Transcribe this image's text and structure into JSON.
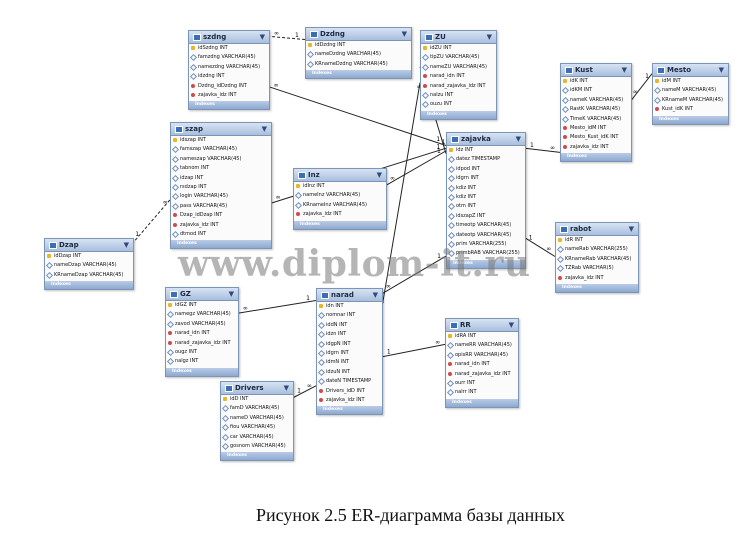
{
  "diagram": {
    "caption": "Рисунок 2.5 ER-диаграмма базы данных",
    "watermark": "www.diplom-it.ru",
    "footer_label": "Indexes",
    "tables": [
      {
        "id": "szdng",
        "name": "szdng",
        "columns": [
          {
            "name": "idSzdng INT",
            "kind": "pk"
          },
          {
            "name": "famzdng VARCHAR(45)",
            "kind": "attr"
          },
          {
            "name": "namezdng VARCHAR(45)",
            "kind": "attr"
          },
          {
            "name": "idzdng INT",
            "kind": "attr"
          },
          {
            "name": "Dzdng_idDzdng INT",
            "kind": "fk"
          },
          {
            "name": "zajavka_idz INT",
            "kind": "fk"
          }
        ]
      },
      {
        "id": "Dzdng",
        "name": "Dzdng",
        "columns": [
          {
            "name": "idDzdng INT",
            "kind": "pk"
          },
          {
            "name": "nameDzdng VARCHAR(45)",
            "kind": "attr"
          },
          {
            "name": "KRnameDzdng VARCHAR(45)",
            "kind": "attr"
          }
        ]
      },
      {
        "id": "szap",
        "name": "szap",
        "columns": [
          {
            "name": "idszap INT",
            "kind": "pk"
          },
          {
            "name": "famszap VARCHAR(45)",
            "kind": "attr"
          },
          {
            "name": "nameszap VARCHAR(45)",
            "kind": "attr"
          },
          {
            "name": "tabnom INT",
            "kind": "attr"
          },
          {
            "name": "idzap INT",
            "kind": "attr"
          },
          {
            "name": "rsdzap INT",
            "kind": "attr"
          },
          {
            "name": "login VARCHAR(45)",
            "kind": "attr"
          },
          {
            "name": "pass VARCHAR(45)",
            "kind": "attr"
          },
          {
            "name": "Dzap_idDzap INT",
            "kind": "fk"
          },
          {
            "name": "zajavka_idz INT",
            "kind": "fk"
          },
          {
            "name": "dtmod INT",
            "kind": "attr"
          }
        ]
      },
      {
        "id": "Dzap",
        "name": "Dzap",
        "columns": [
          {
            "name": "idDzap INT",
            "kind": "pk"
          },
          {
            "name": "nameDzap VARCHAR(45)",
            "kind": "attr"
          },
          {
            "name": "KRnameDzap VARCHAR(45)",
            "kind": "attr"
          }
        ]
      },
      {
        "id": "Inz",
        "name": "Inz",
        "columns": [
          {
            "name": "idInz INT",
            "kind": "pk"
          },
          {
            "name": "nameInz VARCHAR(45)",
            "kind": "attr"
          },
          {
            "name": "KRnameInz VARCHAR(45)",
            "kind": "attr"
          },
          {
            "name": "zajavka_idz INT",
            "kind": "fk"
          }
        ]
      },
      {
        "id": "ZU",
        "name": "ZU",
        "columns": [
          {
            "name": "idZU INT",
            "kind": "pk"
          },
          {
            "name": "tipZU VARCHAR(45)",
            "kind": "attr"
          },
          {
            "name": "nameZU VARCHAR(45)",
            "kind": "attr"
          },
          {
            "name": "narad_idn INT",
            "kind": "fk"
          },
          {
            "name": "narad_zajavka_idz INT",
            "kind": "fk"
          },
          {
            "name": "nalzu INT",
            "kind": "attr"
          },
          {
            "name": "ouzu INT",
            "kind": "attr"
          }
        ]
      },
      {
        "id": "Kust",
        "name": "Kust",
        "columns": [
          {
            "name": "idK INT",
            "kind": "pk"
          },
          {
            "name": "idKM INT",
            "kind": "attr"
          },
          {
            "name": "nameK VARCHAR(45)",
            "kind": "attr"
          },
          {
            "name": "RastK VARCHAR(45)",
            "kind": "attr"
          },
          {
            "name": "TimeK VARCHAR(45)",
            "kind": "attr"
          },
          {
            "name": "Mesto_idM INT",
            "kind": "fk"
          },
          {
            "name": "Mesto_Kust_idK INT",
            "kind": "fk"
          },
          {
            "name": "zajavka_idz INT",
            "kind": "fk"
          }
        ]
      },
      {
        "id": "Mesto",
        "name": "Mesto",
        "columns": [
          {
            "name": "idM INT",
            "kind": "pk"
          },
          {
            "name": "nameM VARCHAR(45)",
            "kind": "attr"
          },
          {
            "name": "KRnameM VARCHAR(45)",
            "kind": "attr"
          },
          {
            "name": "Kust_idK INT",
            "kind": "fk"
          }
        ]
      },
      {
        "id": "zajavka",
        "name": "zajavka",
        "columns": [
          {
            "name": "idz INT",
            "kind": "pk"
          },
          {
            "name": "datez TIMESTAMP",
            "kind": "attr"
          },
          {
            "name": "idpod INT",
            "kind": "attr"
          },
          {
            "name": "idgrn INT",
            "kind": "attr"
          },
          {
            "name": "kdiz INT",
            "kind": "attr"
          },
          {
            "name": "kdiz INT",
            "kind": "attr"
          },
          {
            "name": "otm INT",
            "kind": "attr"
          },
          {
            "name": "idszapZ INT",
            "kind": "attr"
          },
          {
            "name": "timeotp VARCHAR(45)",
            "kind": "attr"
          },
          {
            "name": "dateotp VARCHAR(45)",
            "kind": "attr"
          },
          {
            "name": "prim VARCHAR(255)",
            "kind": "attr"
          },
          {
            "name": "primbRAB VARCHAR(255)",
            "kind": "attr"
          }
        ]
      },
      {
        "id": "rabot",
        "name": "rabot",
        "columns": [
          {
            "name": "idR INT",
            "kind": "pk"
          },
          {
            "name": "nameRab VARCHAR(255)",
            "kind": "attr"
          },
          {
            "name": "KRnameRab VARCHAR(45)",
            "kind": "attr"
          },
          {
            "name": "TZRab VARCHAR(5)",
            "kind": "attr"
          },
          {
            "name": "zajavka_idz INT",
            "kind": "fk"
          }
        ]
      },
      {
        "id": "GZ",
        "name": "GZ",
        "columns": [
          {
            "name": "idGZ INT",
            "kind": "pk"
          },
          {
            "name": "namegz VARCHAR(45)",
            "kind": "attr"
          },
          {
            "name": "zavod VARCHAR(45)",
            "kind": "attr"
          },
          {
            "name": "narad_idn INT",
            "kind": "fk"
          },
          {
            "name": "narad_zajavka_idz INT",
            "kind": "fk"
          },
          {
            "name": "ougz INT",
            "kind": "attr"
          },
          {
            "name": "nalgz INT",
            "kind": "attr"
          }
        ]
      },
      {
        "id": "narad",
        "name": "narad",
        "columns": [
          {
            "name": "idn INT",
            "kind": "pk"
          },
          {
            "name": "nomnar INT",
            "kind": "attr"
          },
          {
            "name": "iddN INT",
            "kind": "attr"
          },
          {
            "name": "idzn INT",
            "kind": "attr"
          },
          {
            "name": "idgpN INT",
            "kind": "attr"
          },
          {
            "name": "idgrn INT",
            "kind": "attr"
          },
          {
            "name": "idmN INT",
            "kind": "attr"
          },
          {
            "name": "idzuN INT",
            "kind": "attr"
          },
          {
            "name": "dateN TIMESTAMP",
            "kind": "attr"
          },
          {
            "name": "Drivers_idD INT",
            "kind": "fk"
          },
          {
            "name": "zajavka_idz INT",
            "kind": "fk"
          }
        ]
      },
      {
        "id": "RR",
        "name": "RR",
        "columns": [
          {
            "name": "idRA INT",
            "kind": "pk"
          },
          {
            "name": "nameRR VARCHAR(45)",
            "kind": "attr"
          },
          {
            "name": "opisRR VARCHAR(45)",
            "kind": "attr"
          },
          {
            "name": "narad_idn INT",
            "kind": "fk"
          },
          {
            "name": "narad_zajavka_idz INT",
            "kind": "fk"
          },
          {
            "name": "ourr INT",
            "kind": "attr"
          },
          {
            "name": "nalrr INT",
            "kind": "attr"
          }
        ]
      },
      {
        "id": "Drivers",
        "name": "Drivers",
        "columns": [
          {
            "name": "idD INT",
            "kind": "pk"
          },
          {
            "name": "famD VARCHAR(45)",
            "kind": "attr"
          },
          {
            "name": "nameD VARCHAR(45)",
            "kind": "attr"
          },
          {
            "name": "fiou VARCHAR(45)",
            "kind": "attr"
          },
          {
            "name": "car VARCHAR(45)",
            "kind": "attr"
          },
          {
            "name": "gosnom VARCHAR(45)",
            "kind": "attr"
          }
        ]
      }
    ],
    "relations": [
      {
        "from": "Dzdng",
        "to": "szdng",
        "card_from": "1",
        "card_to": "∞",
        "style": "dashed"
      },
      {
        "from": "szdng",
        "to": "zajavka",
        "card_from": "∞",
        "card_to": "1",
        "style": "solid"
      },
      {
        "from": "Dzap",
        "to": "szap",
        "card_from": "1",
        "card_to": "∞",
        "style": "dashed"
      },
      {
        "from": "szap",
        "to": "zajavka",
        "card_from": "∞",
        "card_to": "1",
        "style": "solid"
      },
      {
        "from": "Inz",
        "to": "zajavka",
        "card_from": "∞",
        "card_to": "1",
        "style": "solid"
      },
      {
        "from": "ZU",
        "to": "zajavka",
        "card_from": "∞",
        "card_to": "1",
        "style": "solid"
      },
      {
        "from": "Kust",
        "to": "zajavka",
        "card_from": "∞",
        "card_to": "1",
        "style": "solid"
      },
      {
        "from": "Mesto",
        "to": "Kust",
        "card_from": "1",
        "card_to": "∞",
        "style": "solid"
      },
      {
        "from": "rabot",
        "to": "zajavka",
        "card_from": "∞",
        "card_to": "1",
        "style": "solid"
      },
      {
        "from": "narad",
        "to": "zajavka",
        "card_from": "∞",
        "card_to": "1",
        "style": "solid"
      },
      {
        "from": "GZ",
        "to": "narad",
        "card_from": "∞",
        "card_to": "1",
        "style": "solid"
      },
      {
        "from": "Drivers",
        "to": "narad",
        "card_from": "1",
        "card_to": "∞",
        "style": "solid"
      },
      {
        "from": "RR",
        "to": "narad",
        "card_from": "∞",
        "card_to": "1",
        "style": "solid"
      },
      {
        "from": "ZU",
        "to": "narad",
        "card_from": "∞",
        "card_to": "1",
        "style": "solid"
      }
    ]
  }
}
